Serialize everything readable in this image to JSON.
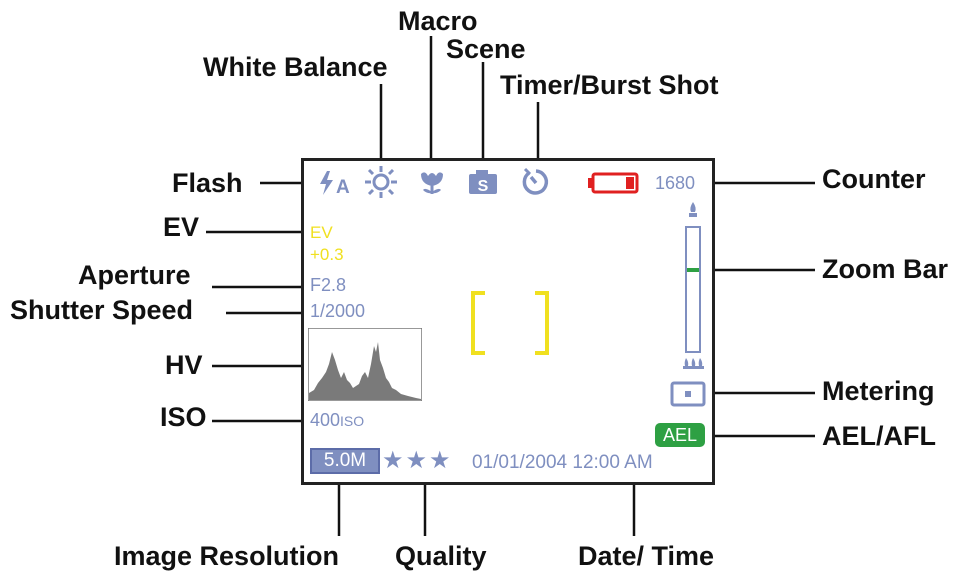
{
  "callouts": {
    "macro": "Macro",
    "scene": "Scene",
    "white_balance": "White Balance",
    "timer_burst": "Timer/Burst Shot",
    "flash": "Flash",
    "counter": "Counter",
    "ev": "EV",
    "zoom_bar": "Zoom Bar",
    "aperture": "Aperture",
    "shutter_speed": "Shutter Speed",
    "hv": "HV",
    "metering": "Metering",
    "iso": "ISO",
    "ael_afl": "AEL/AFL",
    "image_resolution": "Image Resolution",
    "quality": "Quality",
    "date_time": "Date/  Time"
  },
  "lcd": {
    "flash_mode": "A",
    "counter_value": "1680",
    "ev_label": "EV",
    "ev_value": "+0.3",
    "aperture_value": "F2.8",
    "shutter_value": "1/2000",
    "iso_number": "400",
    "iso_unit": "ISO",
    "resolution_value": "5.0M",
    "quality_stars": "★★★",
    "datetime_value": "01/01/2004 12:00 AM",
    "ael_value": "AEL"
  },
  "colors": {
    "icon_blue": "#7f8fc0",
    "ev_yellow": "#f0e020",
    "focus_yellow": "#f0e020",
    "battery_red": "#e02020",
    "ael_green": "#2ea043",
    "histogram_gray": "#7a7a7a",
    "zoom_marker_green": "#2ea043"
  }
}
